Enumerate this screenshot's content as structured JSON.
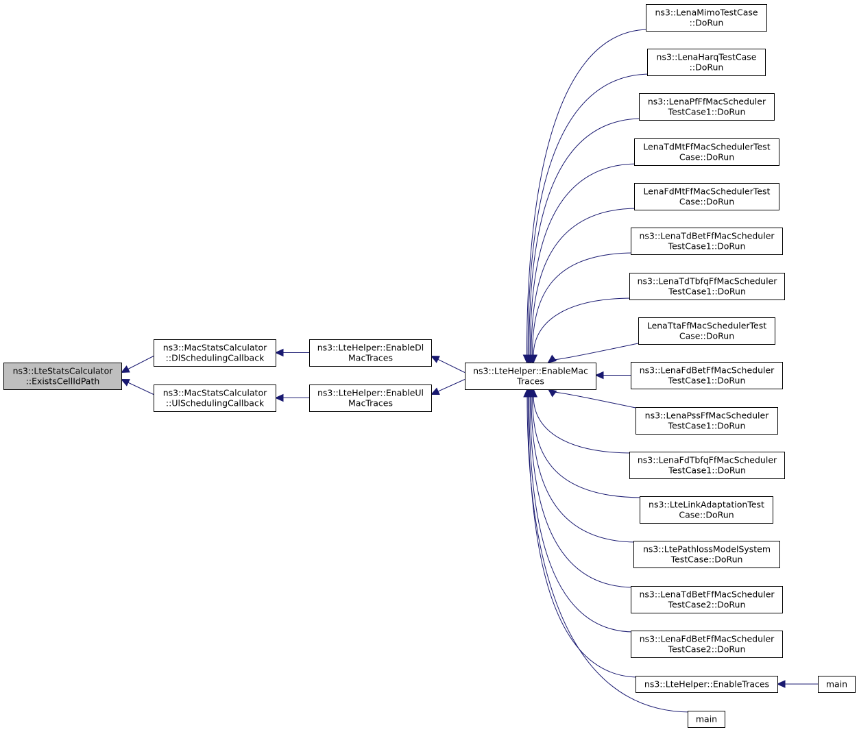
{
  "nodes": [
    {
      "id": "root",
      "lines": [
        "ns3::LteStatsCalculator",
        "::ExistsCellIdPath"
      ],
      "highlight": true
    },
    {
      "id": "dlsched",
      "lines": [
        "ns3::MacStatsCalculator",
        "::DlSchedulingCallback"
      ]
    },
    {
      "id": "ulsched",
      "lines": [
        "ns3::MacStatsCalculator",
        "::UlSchedulingCallback"
      ]
    },
    {
      "id": "enabledl",
      "lines": [
        "ns3::LteHelper::EnableDl",
        "MacTraces"
      ]
    },
    {
      "id": "enableul",
      "lines": [
        "ns3::LteHelper::EnableUl",
        "MacTraces"
      ]
    },
    {
      "id": "enablemac",
      "lines": [
        "ns3::LteHelper::EnableMac",
        "Traces"
      ]
    },
    {
      "id": "c1",
      "lines": [
        "ns3::LenaMimoTestCase",
        "::DoRun"
      ]
    },
    {
      "id": "c2",
      "lines": [
        "ns3::LenaHarqTestCase",
        "::DoRun"
      ]
    },
    {
      "id": "c3",
      "lines": [
        "ns3::LenaPfFfMacScheduler",
        "TestCase1::DoRun"
      ]
    },
    {
      "id": "c4",
      "lines": [
        "LenaTdMtFfMacSchedulerTest",
        "Case::DoRun"
      ]
    },
    {
      "id": "c5",
      "lines": [
        "LenaFdMtFfMacSchedulerTest",
        "Case::DoRun"
      ]
    },
    {
      "id": "c6",
      "lines": [
        "ns3::LenaTdBetFfMacScheduler",
        "TestCase1::DoRun"
      ]
    },
    {
      "id": "c7",
      "lines": [
        "ns3::LenaTdTbfqFfMacScheduler",
        "TestCase1::DoRun"
      ]
    },
    {
      "id": "c8",
      "lines": [
        "LenaTtaFfMacSchedulerTest",
        "Case::DoRun"
      ]
    },
    {
      "id": "c9",
      "lines": [
        "ns3::LenaFdBetFfMacScheduler",
        "TestCase1::DoRun"
      ]
    },
    {
      "id": "c10",
      "lines": [
        "ns3::LenaPssFfMacScheduler",
        "TestCase1::DoRun"
      ]
    },
    {
      "id": "c11",
      "lines": [
        "ns3::LenaFdTbfqFfMacScheduler",
        "TestCase1::DoRun"
      ]
    },
    {
      "id": "c12",
      "lines": [
        "ns3::LteLinkAdaptationTest",
        "Case::DoRun"
      ]
    },
    {
      "id": "c13",
      "lines": [
        "ns3::LtePathlossModelSystem",
        "TestCase::DoRun"
      ]
    },
    {
      "id": "c14",
      "lines": [
        "ns3::LenaTdBetFfMacScheduler",
        "TestCase2::DoRun"
      ]
    },
    {
      "id": "c15",
      "lines": [
        "ns3::LenaFdBetFfMacScheduler",
        "TestCase2::DoRun"
      ]
    },
    {
      "id": "enabletraces",
      "lines": [
        "ns3::LteHelper::EnableTraces"
      ]
    },
    {
      "id": "main1",
      "lines": [
        "main"
      ]
    },
    {
      "id": "main2",
      "lines": [
        "main"
      ]
    }
  ],
  "edges": [
    {
      "from": "dlsched",
      "to": "root"
    },
    {
      "from": "ulsched",
      "to": "root"
    },
    {
      "from": "enabledl",
      "to": "dlsched"
    },
    {
      "from": "enableul",
      "to": "ulsched"
    },
    {
      "from": "enablemac",
      "to": "enabledl"
    },
    {
      "from": "enablemac",
      "to": "enableul"
    },
    {
      "from": "c1",
      "to": "enablemac"
    },
    {
      "from": "c2",
      "to": "enablemac"
    },
    {
      "from": "c3",
      "to": "enablemac"
    },
    {
      "from": "c4",
      "to": "enablemac"
    },
    {
      "from": "c5",
      "to": "enablemac"
    },
    {
      "from": "c6",
      "to": "enablemac"
    },
    {
      "from": "c7",
      "to": "enablemac"
    },
    {
      "from": "c8",
      "to": "enablemac"
    },
    {
      "from": "c9",
      "to": "enablemac"
    },
    {
      "from": "c10",
      "to": "enablemac"
    },
    {
      "from": "c11",
      "to": "enablemac"
    },
    {
      "from": "c12",
      "to": "enablemac"
    },
    {
      "from": "c13",
      "to": "enablemac"
    },
    {
      "from": "c14",
      "to": "enablemac"
    },
    {
      "from": "c15",
      "to": "enablemac"
    },
    {
      "from": "enabletraces",
      "to": "enablemac"
    },
    {
      "from": "main2",
      "to": "enablemac"
    },
    {
      "from": "main1",
      "to": "enabletraces"
    }
  ],
  "colors": {
    "edge": "#191970",
    "highlight_fill": "#bfbfbf",
    "node_fill": "#ffffff",
    "border": "#000000"
  }
}
